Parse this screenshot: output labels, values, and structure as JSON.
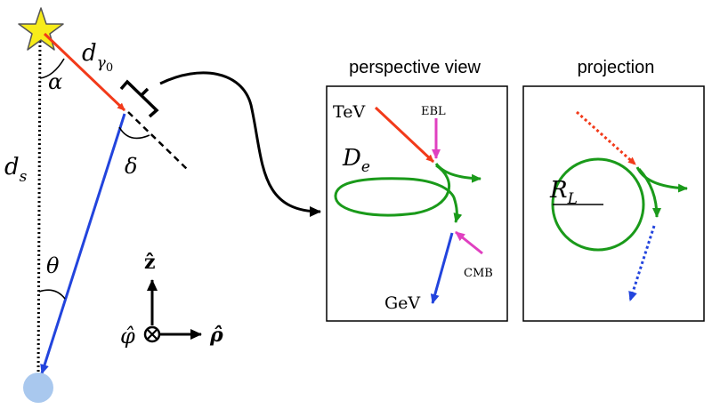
{
  "labels": {
    "d_gamma0": {
      "base": "d",
      "sub": "γ",
      "subsub": "0"
    },
    "alpha": "α",
    "d_s": {
      "base": "d",
      "sub": "s"
    },
    "delta": "δ",
    "theta": "θ",
    "z_hat": "ẑ",
    "phi_hat": "φ̂",
    "rho_hat": "ρ̂"
  },
  "panels": {
    "perspective": {
      "title": "perspective view",
      "tev": "TeV",
      "ebl": "EBL",
      "d_e": {
        "base": "D",
        "sub": "e"
      },
      "cmb": "CMB",
      "gev": "GeV"
    },
    "projection": {
      "title": "projection",
      "r_l": {
        "base": "R",
        "sub": "L"
      }
    }
  },
  "colors": {
    "tev_ray": "#f23a1a",
    "gev_ray": "#2244dd",
    "cascade": "#1a9a1a",
    "photon_field": "#e040c0",
    "source_star": "#f7ec1a",
    "observer": "#a9c8ee"
  }
}
